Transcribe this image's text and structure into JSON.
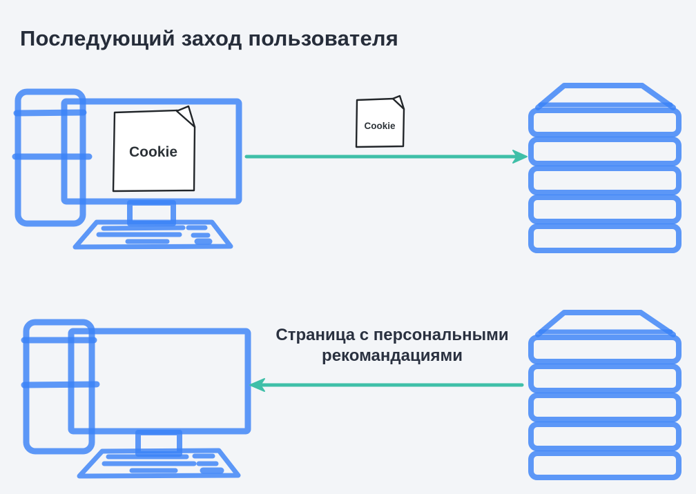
{
  "title": "Последующий заход пользователя",
  "colors": {
    "background": "#f3f5f8",
    "device_blue": "#3b82f6",
    "arrow_teal": "#3fbfa8",
    "title_text": "#262d3a",
    "note_background": "#ffffff",
    "note_border": "#212529"
  },
  "top_flow": {
    "from": "client-computer",
    "to": "server-stack",
    "arrow_direction": "right",
    "client_cookie_label": "Cookie",
    "transfer_cookie_label": "Cookie"
  },
  "bottom_flow": {
    "from": "server-stack",
    "to": "client-computer",
    "arrow_direction": "left",
    "label": "Страница с персональными\nрекомандациями"
  }
}
